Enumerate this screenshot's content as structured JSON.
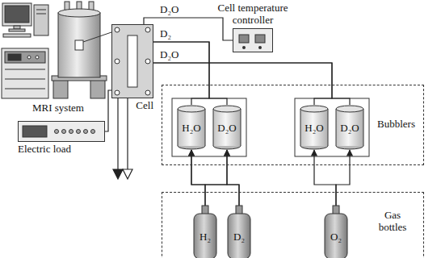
{
  "diagram": {
    "nodes": [
      {
        "text": [
          "Cell temperature controller"
        ]
      },
      {
        "text": [
          "Cell"
        ]
      },
      {
        "text": [
          "Electric load"
        ]
      },
      {
        "text": [
          "Bubblers"
        ]
      },
      {
        "text": [
          "H₂O"
        ],
        "in": 3
      },
      {
        "text": [
          "D₂O"
        ],
        "in": 3
      },
      {
        "text": [
          "H₂O"
        ],
        "in": 3
      },
      {
        "text": [
          "D₂O"
        ],
        "in": 3
      },
      {
        "text": [
          "Gas bottles"
        ]
      },
      {
        "text": [
          "H₂"
        ],
        "in": 8
      },
      {
        "text": [
          "D₂"
        ],
        "in": 8
      },
      {
        "text": [
          "O₂"
        ],
        "in": 8
      }
    ],
    "edges": [
      {
        "from": 1,
        "to": 0,
        "arrow": "none"
      },
      {
        "from": 1,
        "to": 2,
        "arrow": "none"
      },
      {
        "from": 4,
        "to": 1,
        "arrow": "none"
      },
      {
        "from": 5,
        "to": 1,
        "arrow": "none"
      },
      {
        "from": 6,
        "to": 1,
        "arrow": "none"
      },
      {
        "from": 7,
        "to": 1,
        "arrow": "none"
      },
      {
        "from": 9,
        "to": 4,
        "arrow": "to"
      },
      {
        "from": 9,
        "to": 5,
        "arrow": "to"
      },
      {
        "from": 10,
        "to": 4,
        "arrow": "to"
      },
      {
        "from": 10,
        "to": 5,
        "arrow": "to"
      },
      {
        "from": 11,
        "to": 6,
        "arrow": "to"
      },
      {
        "from": 11,
        "to": 7,
        "arrow": "to"
      }
    ],
    "labels": [
      "MRI system",
      "D₂O",
      "D₂",
      "D₂O"
    ]
  }
}
